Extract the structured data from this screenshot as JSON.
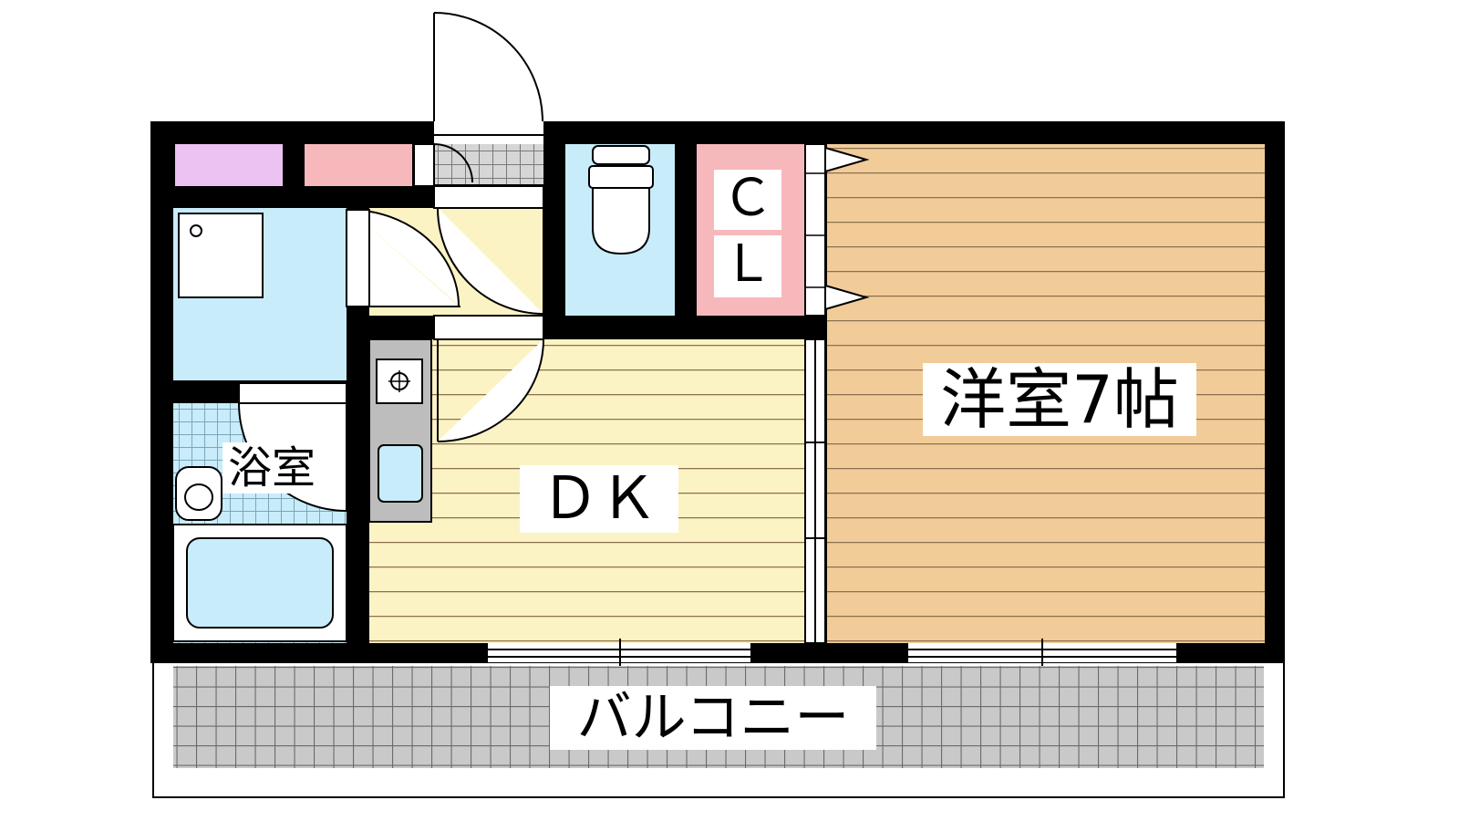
{
  "floorplan": {
    "rooms": {
      "western_room": {
        "label": "洋室7帖",
        "color": "#f2cc98"
      },
      "dk": {
        "label": "ＤＫ",
        "color": "#fcf3c4"
      },
      "bath": {
        "label": "浴室",
        "color": "#c8ecfa"
      },
      "closet": {
        "label": "ＣＬ",
        "label_line1": "Ｃ",
        "label_line2": "Ｌ",
        "color": "#f7b8bc"
      },
      "toilet": {
        "color": "#c8ecfa"
      },
      "washroom": {
        "color": "#c8ecfa"
      },
      "balcony": {
        "label": "バルコニー",
        "color": "#c9c9c9"
      },
      "entrance": {
        "color": "#d6d6d6"
      },
      "hall": {
        "color": "#fcf3c4"
      }
    },
    "storage": {
      "left_color": "#ecc2f2",
      "right_color": "#f7b8bc"
    },
    "wall_color": "#000000",
    "floor_line_color": "#8a7050"
  }
}
